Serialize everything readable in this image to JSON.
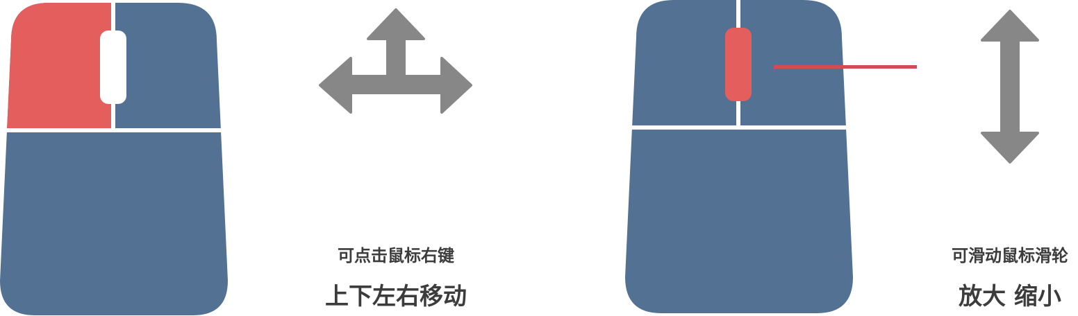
{
  "colors": {
    "body": "#527193",
    "highlight": "#e45e5e",
    "arrow": "#878787",
    "divider": "#ffffff",
    "text": "#3c3c3c"
  },
  "left_panel": {
    "highlighted_part": "right-button",
    "arrow_icon": "move-arrows-icon",
    "caption_action": "可点击鼠标右键",
    "caption_effect": "上下左右移动"
  },
  "right_panel": {
    "highlighted_part": "scroll-wheel",
    "arrow_icon": "vertical-arrows-icon",
    "caption_action": "可滑动鼠标滑轮",
    "caption_effect": "放大 缩小"
  }
}
